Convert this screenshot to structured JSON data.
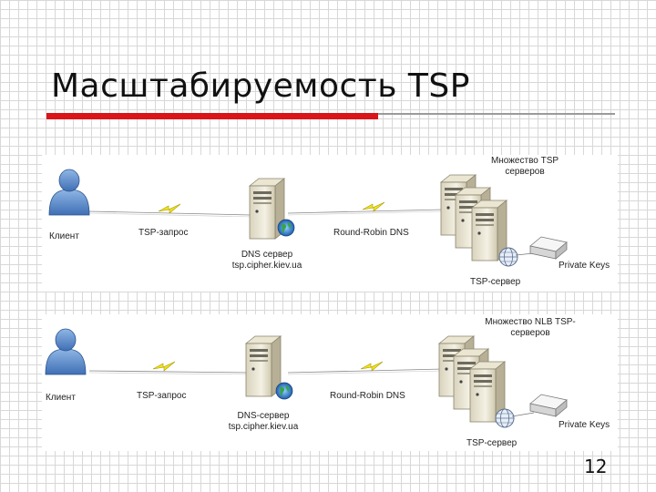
{
  "slide": {
    "title": "Масштабируемость TSP",
    "page_number": "12"
  },
  "diagram_top": {
    "client_label": "Клиент",
    "request_label": "TSP-запрос",
    "dns_label_line1": "DNS сервер",
    "dns_label_line2": "tsp.cipher.kiev.ua",
    "rr_label": "Round-Robin DNS",
    "farm_label_line1": "Множество TSP",
    "farm_label_line2": "серверов",
    "server_label": "TSP-сервер",
    "keys_label": "Private Keys"
  },
  "diagram_bottom": {
    "client_label": "Клиент",
    "request_label": "TSP-запрос",
    "dns_label_line1": "DNS-сервер",
    "dns_label_line2": "tsp.cipher.kiev.ua",
    "rr_label": "Round-Robin DNS",
    "farm_label_line1": "Множество NLB TSP-",
    "farm_label_line2": "серверов",
    "server_label": "TSP-сервер",
    "keys_label": "Private Keys"
  }
}
